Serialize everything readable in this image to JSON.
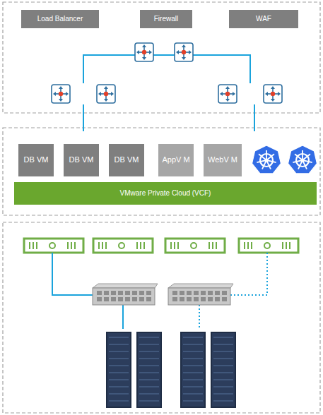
{
  "diagram": {
    "nodes": [
      {
        "text": [
          "Load Balancer"
        ]
      },
      {
        "text": [
          "Firewall"
        ]
      },
      {
        "text": [
          "WAF"
        ]
      },
      {
        "text": [
          "DB VM"
        ]
      },
      {
        "text": [
          "DB VM"
        ]
      },
      {
        "text": [
          "DB VM"
        ]
      },
      {
        "text": [
          "AppV M"
        ]
      },
      {
        "text": [
          "WebV M"
        ]
      },
      {
        "text": [
          "VMware Private Cloud (VCF)"
        ]
      }
    ]
  }
}
